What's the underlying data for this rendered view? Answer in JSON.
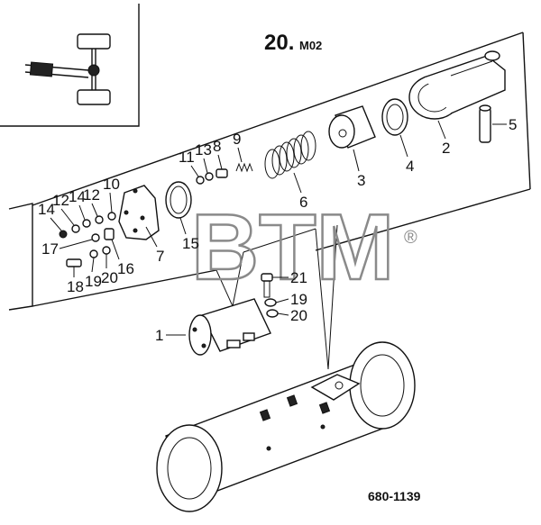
{
  "diagram": {
    "title_main": "20.",
    "title_suffix": "M02",
    "drawing_code": "680-1139",
    "watermark": "BTM",
    "watermark_mark": "®",
    "callouts": {
      "c1": "1",
      "c2": "2",
      "c3": "3",
      "c4": "4",
      "c5": "5",
      "c6": "6",
      "c7": "7",
      "c8": "8",
      "c9": "9",
      "c10": "10",
      "c11": "11",
      "c12a": "12",
      "c12b": "12",
      "c13": "13",
      "c14a": "14",
      "c14b": "14",
      "c15": "15",
      "c16": "16",
      "c17": "17",
      "c18": "18",
      "c19a": "19",
      "c19b": "19",
      "c20a": "20",
      "c20b": "20",
      "c21": "21"
    }
  }
}
